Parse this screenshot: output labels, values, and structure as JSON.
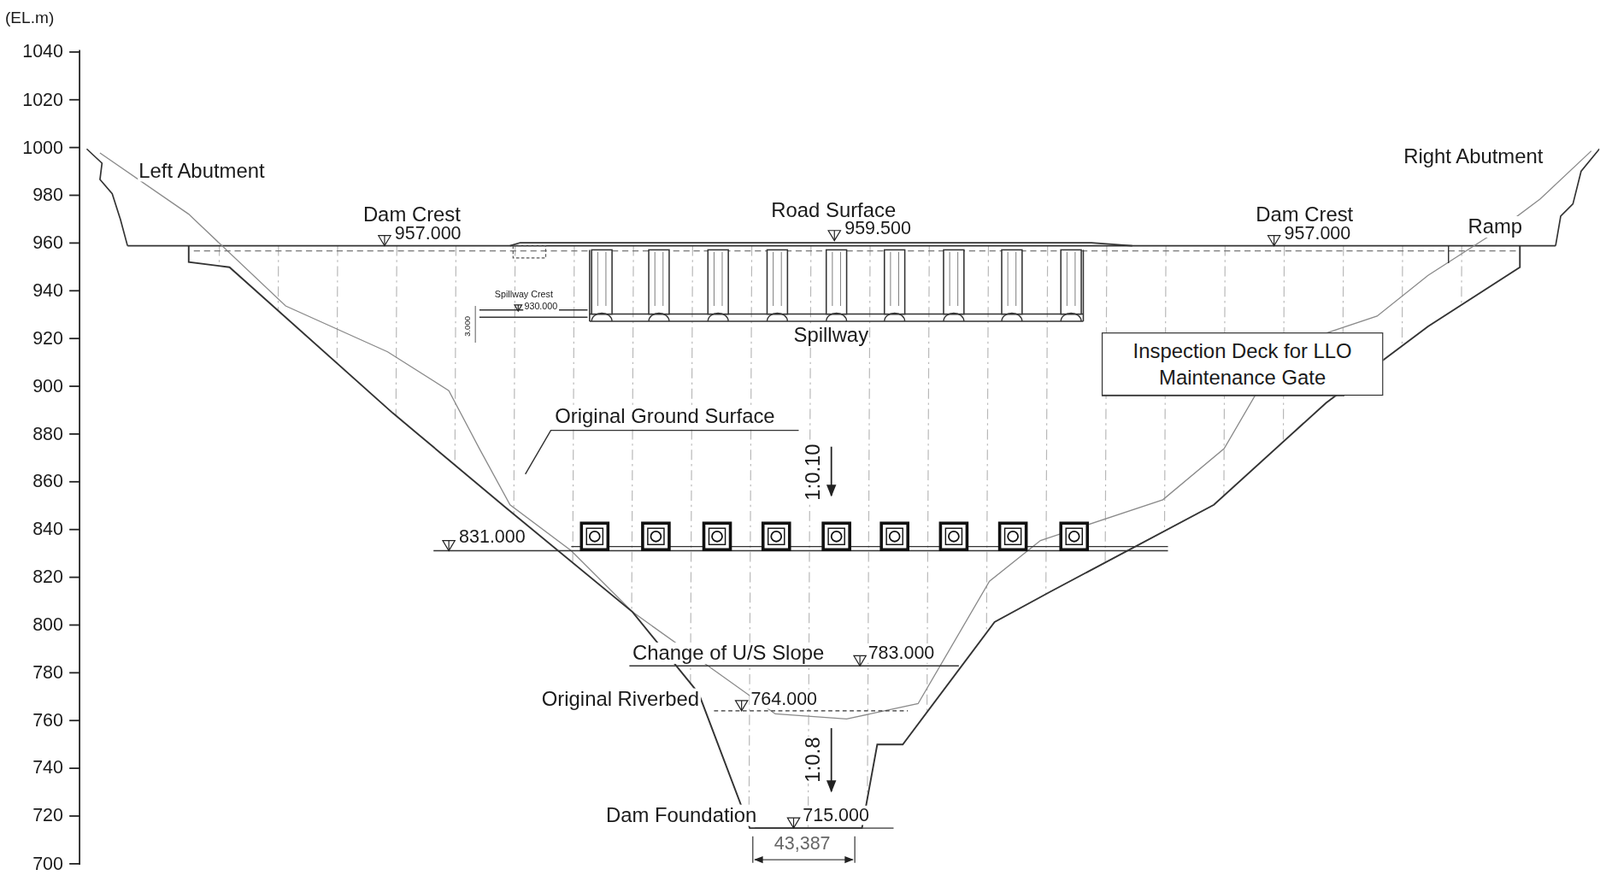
{
  "diagram": {
    "nodes": [
      {
        "text": [
          "Inspection Deck for LLO Maintenance Gate"
        ]
      }
    ],
    "labels": [
      "(EL.m)",
      "1040",
      "1020",
      "1000",
      "980",
      "960",
      "940",
      "920",
      "900",
      "880",
      "860",
      "840",
      "820",
      "800",
      "780",
      "760",
      "740",
      "720",
      "700",
      "Left Abutment",
      "Right Abutment",
      "Dam Crest",
      "957.000",
      "Road Surface",
      "959.500",
      "Dam Crest",
      "957.000",
      "Ramp",
      "Spillway Crest",
      "930.000",
      "3.000",
      "Spillway",
      "Original Ground Surface",
      "1:0.10",
      "831.000",
      "Change of U/S Slope",
      "783.000",
      "Original Riverbed",
      "764.000",
      "1:0.8",
      "Dam Foundation",
      "715.000",
      "43,387"
    ]
  }
}
